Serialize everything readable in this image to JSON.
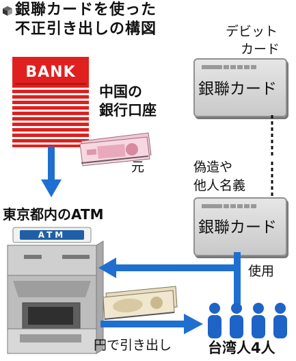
{
  "title": {
    "line1": "銀聯カードを使った",
    "line2": "不正引き出しの構図"
  },
  "bank": {
    "sign": "BANK",
    "label_line1": "中国の",
    "label_line2": "銀行口座",
    "currency_label": "元"
  },
  "debit_card": {
    "label_line1": "デビット",
    "label_line2": "カード",
    "card_text": "銀聯カード"
  },
  "forged_card": {
    "label_line1": "偽造や",
    "label_line2": "他人名義",
    "card_text": "銀聯カード"
  },
  "atm": {
    "heading": "東京都内のATM",
    "sign": "ATM"
  },
  "flows": {
    "use_label": "使用",
    "withdraw_label": "円で引き出し"
  },
  "people": {
    "label": "台湾人4人",
    "count": 4
  },
  "colors": {
    "bank_red": "#e0201f",
    "arrow_blue": "#1f6fd1",
    "people_blue": "#1e63c6",
    "atm_blue": "#1f5fa8"
  }
}
